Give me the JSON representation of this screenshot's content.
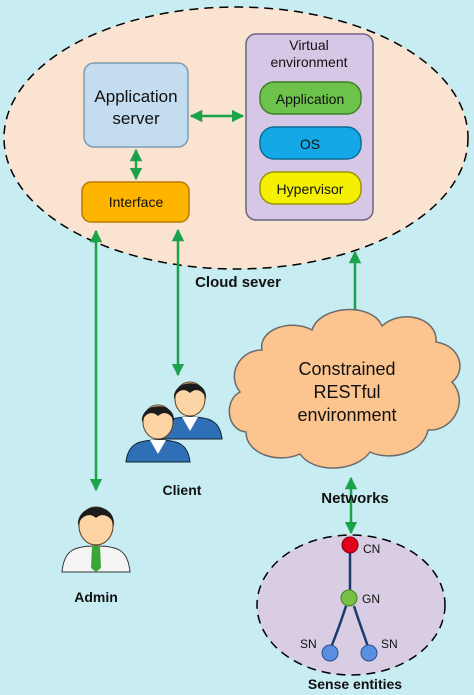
{
  "cloud_server": {
    "label": "Cloud sever",
    "app_server": {
      "line1": "Application",
      "line2": "server"
    },
    "interface": "Interface",
    "virtual_env": {
      "line1": "Virtual",
      "line2": "environment",
      "application": "Application",
      "os": "OS",
      "hypervisor": "Hypervisor"
    }
  },
  "restful": {
    "line1": "Constrained",
    "line2": "RESTful",
    "line3": "environment"
  },
  "networks": "Networks",
  "client": "Client",
  "admin": "Admin",
  "sense": {
    "title": "Sense entities",
    "cn": "CN",
    "gn": "GN",
    "sn_left": "SN",
    "sn_right": "SN"
  },
  "colors": {
    "background": "#c7ecf1",
    "cloud_server": "#fbe3d1",
    "virtual_env": "#d6c7e6",
    "app_server": "#c3dcef",
    "interface": "#ffb400",
    "application": "#6cc24a",
    "os": "#14a9e6",
    "hypervisor": "#f5f000",
    "restful_cloud": "#fcc48e",
    "sense_ellipse": "#d9cde3",
    "arrow": "#1aa34a",
    "cn_node": "#e3001b",
    "gn_node": "#77c043",
    "sn_node": "#5a8ee0"
  }
}
